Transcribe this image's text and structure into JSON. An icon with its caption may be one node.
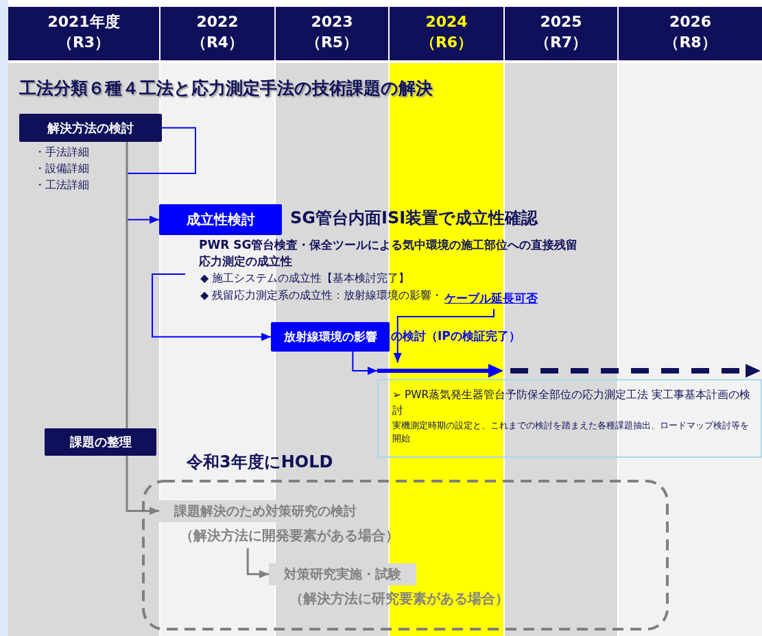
{
  "diagram": {
    "title": "工法分類６種４工法と応力測定手法の技術課題の解決",
    "nodes": [
      {
        "text": [
          "解決方法の検討"
        ],
        "beside": [
          "・手法詳細",
          "・設備詳細",
          "・工法詳細"
        ]
      },
      {
        "text": [
          "成立性検討"
        ],
        "beside": [
          "SG管台内面ISI装置で成立性確認"
        ]
      },
      {
        "text": [
          "PWR SG管台検査・保全ツールによる気中環境の施工部位への直接残留応力測定の成立性",
          "◆ 施工システムの成立性【基本検討完了】",
          "◆ 残留応力測定系の成立性：放射線環境の影響・"
        ]
      },
      {
        "text": [
          "ケーブル延長可否"
        ]
      },
      {
        "text": [
          "放射線環境の影響"
        ],
        "beside": [
          "の検討（IPの検証完了）"
        ]
      },
      {
        "text": [
          "➢ PWR蒸気発生器管台予防保全部位の応力測定工法 実工事基本計画の検討",
          "実機測定時期の設定と、これまでの検討を踏まえた各種課題抽出、ロードマップ検討等を開始"
        ]
      },
      {
        "text": [
          "課題の整理"
        ]
      },
      {
        "text": [
          "令和3年度にHOLD"
        ]
      },
      {
        "text": [
          "課題解決のため対策研究の検討",
          "（解決方法に開発要素がある場合）"
        ],
        "in": 7
      },
      {
        "text": [
          "対策研究実施・試験",
          "（解決方法に研究要素がある場合）"
        ],
        "in": 7
      }
    ],
    "edges": [
      {
        "from": 0,
        "to": 1,
        "arrow": "to"
      },
      {
        "from": 2,
        "to": 4,
        "arrow": "to"
      },
      {
        "from": 3,
        "to": 5,
        "arrow": "to"
      },
      {
        "from": 4,
        "to": 5,
        "arrow": "to"
      },
      {
        "from": 0,
        "to": 6,
        "arrow": "none",
        "color": "#808080"
      },
      {
        "from": 6,
        "to": 8,
        "arrow": "to",
        "color": "#808080"
      },
      {
        "from": 8,
        "to": 9,
        "arrow": "to",
        "color": "#808080"
      }
    ],
    "labels": [
      "2021年度",
      "（R3）",
      "2022",
      "（R4）",
      "2023",
      "（R5）",
      "2024",
      "（R6）",
      "2025",
      "（R7）",
      "2026",
      "（R8）"
    ]
  }
}
